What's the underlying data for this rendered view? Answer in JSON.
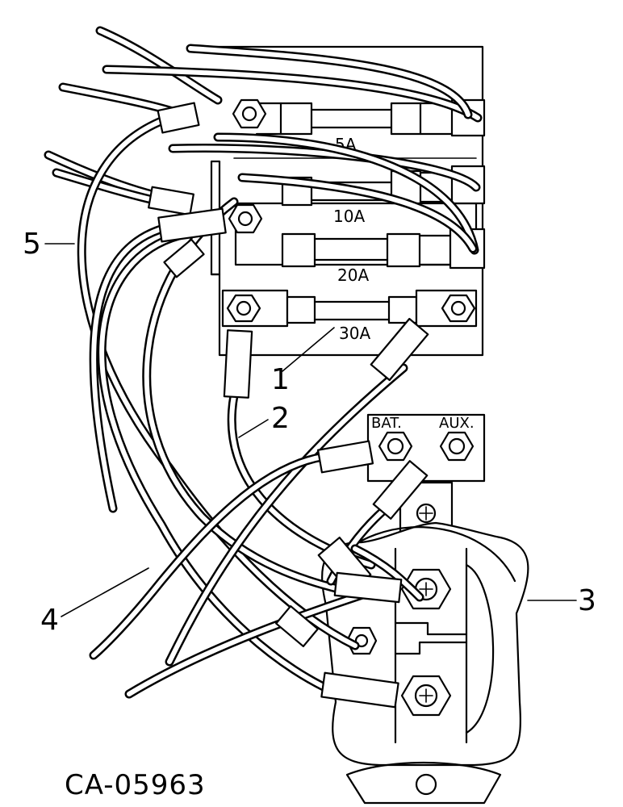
{
  "fuses": {
    "fuse_5a": "5A",
    "fuse_10a": "10A",
    "fuse_20a": "20A",
    "fuse_30a": "30A"
  },
  "terminals": {
    "bat": "BAT.",
    "aux": "AUX."
  },
  "callouts": {
    "c1": "1",
    "c2": "2",
    "c3": "3",
    "c4": "4",
    "c5": "5"
  },
  "figure_id": "CA-05963"
}
